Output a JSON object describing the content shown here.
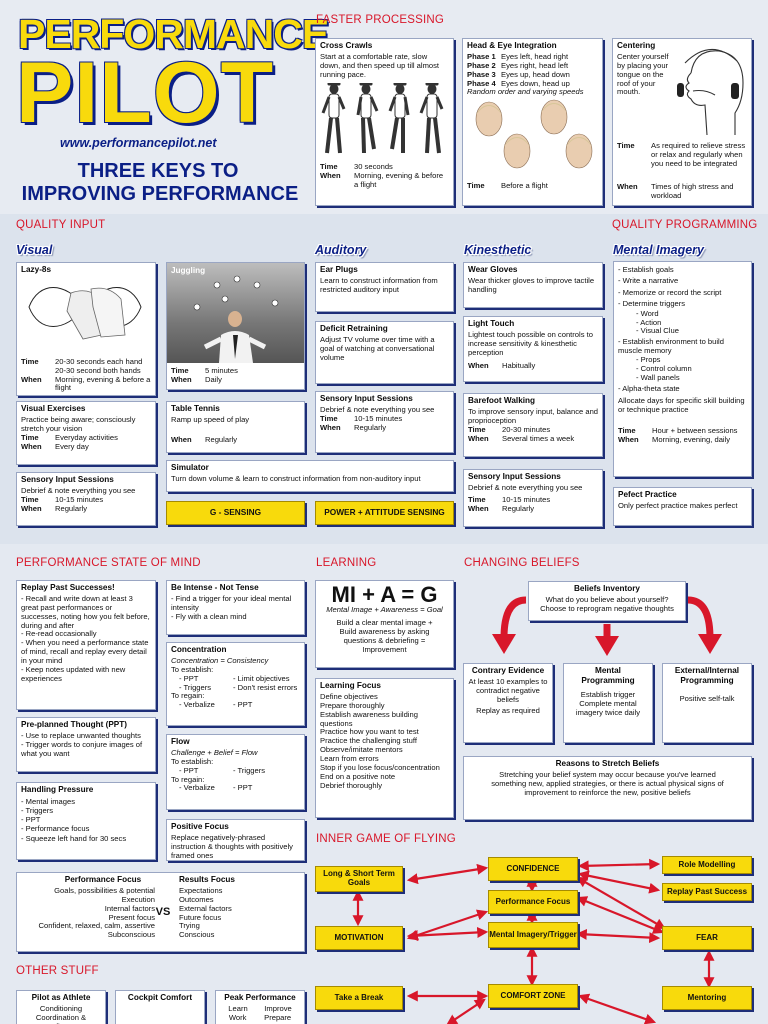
{
  "brand": {
    "word1": "PERFORMANCE",
    "word2": "PILOT",
    "url": "www.performancepilot.net",
    "headline1": "THREE KEYS TO",
    "headline2": "IMPROVING PERFORMANCE"
  },
  "colors": {
    "red": "#d8172a",
    "navy": "#0b1f86",
    "yellow": "#f8da0c"
  },
  "faster": {
    "header": "FASTER PROCESSING",
    "cross": {
      "title": "Cross Crawls",
      "text": "Start at a comfortable rate, slow down, and then speed up till almost running pace.",
      "time_k": "Time",
      "time_v": "30 seconds",
      "when_k": "When",
      "when_v": "Morning, evening & before a flight"
    },
    "head": {
      "title": "Head & Eye Integration",
      "phases": [
        {
          "k": "Phase 1",
          "v": "Eyes left, head right"
        },
        {
          "k": "Phase 2",
          "v": "Eyes right, head left"
        },
        {
          "k": "Phase 3",
          "v": "Eyes up, head down"
        },
        {
          "k": "Phase 4",
          "v": "Eyes down, head up"
        }
      ],
      "note": "Random order and varying speeds",
      "time_k": "Time",
      "time_v": "Before a flight"
    },
    "center": {
      "title": "Centering",
      "text": "Center yourself by placing your tongue on the roof of your mouth.",
      "time_k": "Time",
      "time_v": "As required to relieve stress or relax and regularly when you need to be integrated",
      "when_k": "When",
      "when_v": "Times of high stress and workload"
    }
  },
  "quality_input": {
    "header": "QUALITY INPUT",
    "visual": "Visual",
    "auditory": "Auditory",
    "kinesthetic": "Kinesthetic"
  },
  "quality_prog": {
    "header": "QUALITY PROGRAMMING",
    "sub": "Mental Imagery"
  },
  "lazy": {
    "title": "Lazy-8s",
    "time_k": "Time",
    "time_v": "20-30 seconds each hand 20-30 second both hands",
    "when_k": "When",
    "when_v": "Morning, evening & before a flight"
  },
  "visex": {
    "title": "Visual Exercises",
    "text": "Practice being aware; consciously stretch your vision",
    "time_k": "Time",
    "time_v": "Everyday activities",
    "when_k": "When",
    "when_v": "Every day"
  },
  "sensv": {
    "title": "Sensory Input Sessions",
    "text": "Debrief & note everything you see",
    "time_k": "Time",
    "time_v": "10-15 minutes",
    "when_k": "When",
    "when_v": "Regularly"
  },
  "juggling": {
    "title": "Juggling",
    "time_k": "Time",
    "time_v": "5 minutes",
    "when_k": "When",
    "when_v": "Daily"
  },
  "tennis": {
    "title": "Table Tennis",
    "text": "Ramp up speed of play",
    "when_k": "When",
    "when_v": "Regularly"
  },
  "simulator": {
    "title": "Simulator",
    "text": "Turn down volume & learn to construct information from non-auditory input"
  },
  "earplugs": {
    "title": "Ear Plugs",
    "text": "Learn to construct information from restricted auditory input"
  },
  "deficit": {
    "title": "Deficit Retraining",
    "text": "Adjust TV volume over time with a goal of watching at conversational volume"
  },
  "sensa": {
    "title": "Sensory Input Sessions",
    "text": "Debrief & note everything you see",
    "time_k": "Time",
    "time_v": "10-15 minutes",
    "when_k": "When",
    "when_v": "Regularly"
  },
  "gloves": {
    "title": "Wear Gloves",
    "text": "Wear thicker gloves to improve tactile handling"
  },
  "lighttouch": {
    "title": "Light Touch",
    "text": "Lightest touch possible on controls to increase sensitivity & kinesthetic perception",
    "when_k": "When",
    "when_v": "Habitually"
  },
  "barefoot": {
    "title": "Barefoot Walking",
    "text": "To improve sensory input, balance and proprioception",
    "time_k": "Time",
    "time_v": "20-30 minutes",
    "when_k": "When",
    "when_v": "Several times a week"
  },
  "sensk": {
    "title": "Sensory Input Sessions",
    "text": "Debrief & note everything you see",
    "time_k": "Time",
    "time_v": "10-15 minutes",
    "when_k": "When",
    "when_v": "Regularly"
  },
  "buttons": {
    "gsensing": "G - SENSING",
    "power": "POWER + ATTITUDE SENSING"
  },
  "imagery": {
    "items": [
      "Establish goals",
      "Write a narrative",
      "Memorize or record the script",
      "Determine triggers"
    ],
    "triggers": [
      "Word",
      "Action",
      "Visual Clue"
    ],
    "items2": [
      "Establish environment to build muscle memory"
    ],
    "env": [
      "Props",
      "Control column",
      "Wall panels"
    ],
    "items3": [
      "Alpha-theta state"
    ],
    "allocate": "Allocate days for specific skill building or technique practice",
    "time_k": "Time",
    "time_v": "Hour + between sessions",
    "when_k": "When",
    "when_v": "Morning, evening, daily"
  },
  "perfect": {
    "title": "Pefect Practice",
    "text": "Only perfect practice makes perfect"
  },
  "psm": {
    "header": "PERFORMANCE STATE OF MIND"
  },
  "replay": {
    "title": "Replay Past Successes!",
    "items": [
      "Recall and write down at least 3 great past performances or successes, noting how you felt before, during and after",
      "Re-read occasionally",
      "When you need a performance state of mind, recall and replay every detail in your mind",
      "Keep notes updated with new experiences"
    ]
  },
  "ppt": {
    "title": "Pre-planned Thought (PPT)",
    "items": [
      "Use to replace unwanted thoughts",
      "Trigger words to conjure images of what you want"
    ]
  },
  "pressure": {
    "title": "Handling Pressure",
    "items": [
      "Mental images",
      "Triggers",
      "PPT",
      "Performance focus",
      "Squeeze left hand for 30 secs"
    ]
  },
  "intense": {
    "title": "Be Intense - Not Tense",
    "items": [
      "Find a trigger for your ideal mental intensity",
      "Fly with a clean mind"
    ]
  },
  "conc": {
    "title": "Concentration",
    "formula": "Concentration = Consistency",
    "est": "To establish:",
    "c1": [
      "PPT",
      "Triggers"
    ],
    "c2": [
      "Limit objectives",
      "Don't resist errors"
    ],
    "reg": "To regain:",
    "r1": "Verbalize",
    "r2": "PPT"
  },
  "flow": {
    "title": "Flow",
    "formula": "Challenge + Belief = Flow",
    "est": "To establish:",
    "c1": "PPT",
    "c2": "Triggers",
    "reg": "To regain:",
    "r1": "Verbalize",
    "r2": "PPT"
  },
  "posfocus": {
    "title": "Positive Focus",
    "text": "Replace negatively-phrased instruction & thoughts with positively framed ones"
  },
  "compare": {
    "left_title": "Performance Focus",
    "left": [
      "Goals, possibilities & potential",
      "Execution",
      "Internal factors",
      "Present focus",
      "Confident, relaxed, calm, assertive",
      "Subconscious"
    ],
    "vs": "VS",
    "right_title": "Results Focus",
    "right": [
      "Expectations",
      "Outcomes",
      "External factors",
      "Future focus",
      "Trying",
      "Conscious"
    ]
  },
  "learning": {
    "header": "LEARNING",
    "formula": "MI + A = G",
    "sub": "Mental Image + Awareness = Goal",
    "text": "Build a clear mental image + Build awareness by asking questions & debriefing = Improvement"
  },
  "lfocus": {
    "title": "Learning Focus",
    "items": [
      "Define objectives",
      "Prepare thoroughly",
      "Establish awareness building questions",
      "Practice how you want to test",
      "Practice the challenging stuff",
      "Observe/imitate mentors",
      "Learn from errors",
      "Stop if you lose focus/concentration",
      "End on a positive note",
      "Debrief thoroughly"
    ]
  },
  "beliefs": {
    "header": "CHANGING BELIEFS",
    "inv_title": "Beliefs Inventory",
    "inv_text": "What do you believe about yourself? Choose to reprogram negative thoughts",
    "contrary_title": "Contrary Evidence",
    "contrary_text": "At least 10 examples to contradict negative beliefs",
    "contrary_text2": "Replay as required",
    "mental_title": "Mental Programming",
    "mental_text": "Establish trigger Complete mental imagery twice daily",
    "ext_title": "External/Internal Programming",
    "ext_text": "Positive self-talk",
    "stretch_title": "Reasons to Stretch Beliefs",
    "stretch_text": "Stretching your belief system may occur because you've learned something new, applied strategies, or there is actual physical signs of improvement to reinforce the new, positive beliefs"
  },
  "inner": {
    "header": "INNER GAME OF FLYING",
    "nodes": {
      "goals": "Long & Short Term Goals",
      "motivation": "MOTIVATION",
      "confidence": "CONFIDENCE",
      "perf": "Performance Focus",
      "mental": "Mental Imagery/Trigger",
      "fear": "FEAR",
      "role": "Role Modelling",
      "replay": "Replay Past Success",
      "brk": "Take a Break",
      "comfort": "COMFORT ZONE",
      "mentor": "Mentoring"
    }
  },
  "other": {
    "header": "OTHER STUFF",
    "athlete_title": "Pilot as Athlete",
    "athlete_text": "Conditioning",
    "athlete_text2": "Coordination & Reflexes",
    "cockpit_title": "Cockpit Comfort",
    "peak_title": "Peak Performance",
    "peak_c1": "Learn",
    "peak_c2": "Improve",
    "peak_c3": "Work",
    "peak_c4": "Prepare"
  }
}
